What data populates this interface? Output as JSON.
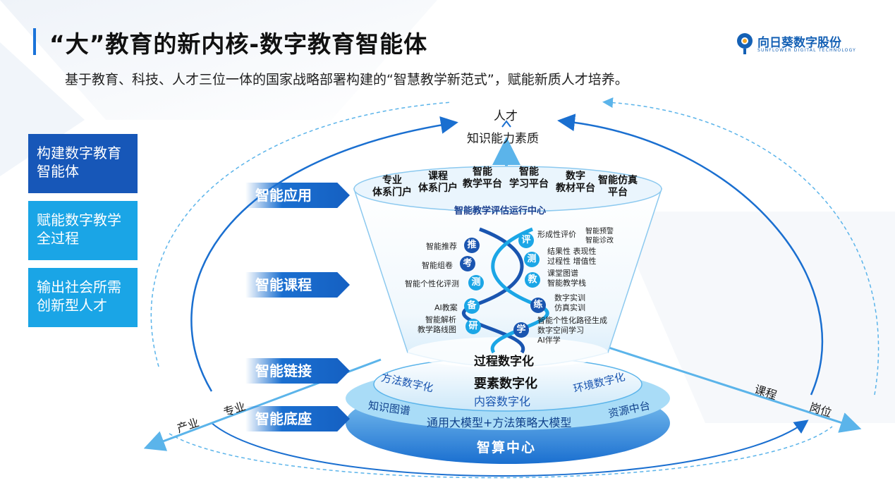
{
  "title": "“大”教育的新内核-数字教育智能体",
  "subtitle": "基于教育、科技、人才三位一体的国家战略部署构建的“智慧教学新范式”，赋能新质人才培养。",
  "logo": {
    "name": "向日葵数字股份",
    "tagline": "SUNFLOWER DIGITAL TECHNOLOGY",
    "icon": "sunflower-logo-icon"
  },
  "cards": [
    "构建数字教育\n智能体",
    "赋能数字教学\n全过程",
    "输出社会所需\n创新型人才"
  ],
  "layer_labels": [
    "智能应用",
    "智能课程",
    "智能链接",
    "智能底座"
  ],
  "top": {
    "talent": "人才",
    "quality": "知识能力素质"
  },
  "platforms": [
    "专业\n体系门户",
    "课程\n体系门户",
    "智能\n教学平台",
    "智能\n学习平台",
    "数字\n教材平台",
    "智能仿真\n平台"
  ],
  "center_title": "智能教学评估运行中心",
  "helix_left": [
    {
      "char": "推",
      "text": "智能推荐"
    },
    {
      "char": "考",
      "text": "智能组卷"
    },
    {
      "char": "测",
      "text": "智能个性化评测"
    },
    {
      "char": "备",
      "text": "AI教案"
    },
    {
      "char": "研",
      "text": "智能解析\n教学路线图"
    }
  ],
  "helix_right": [
    {
      "char": "评",
      "text": "形成性评价",
      "sub": "智能预警\n智能诊改"
    },
    {
      "char": "测",
      "text": "结果性 表现性\n过程性 增值性"
    },
    {
      "char": "教",
      "text": "课堂图谱\n智能教学栈"
    },
    {
      "char": "练",
      "text": "数字实训\n仿真实训"
    },
    {
      "char": "学",
      "text": "智能个性化路径生成\n数字空间学习\nAI伴学"
    }
  ],
  "process": "过程数字化",
  "element": "要素数字化",
  "ring": {
    "left": "方法数字化",
    "center": "内容数字化",
    "right": "环境数字化"
  },
  "base": {
    "left": "知识图谱",
    "center": "通用大模型+方法策略大模型",
    "right": "资源中台",
    "bottom": "智算中心"
  },
  "flow_left": [
    "专业",
    "产业"
  ],
  "flow_right": [
    "课程",
    "岗位"
  ],
  "colors": {
    "primary": "#1757b8",
    "accent": "#1aa5e6",
    "title_bar": "#1a73d9"
  }
}
